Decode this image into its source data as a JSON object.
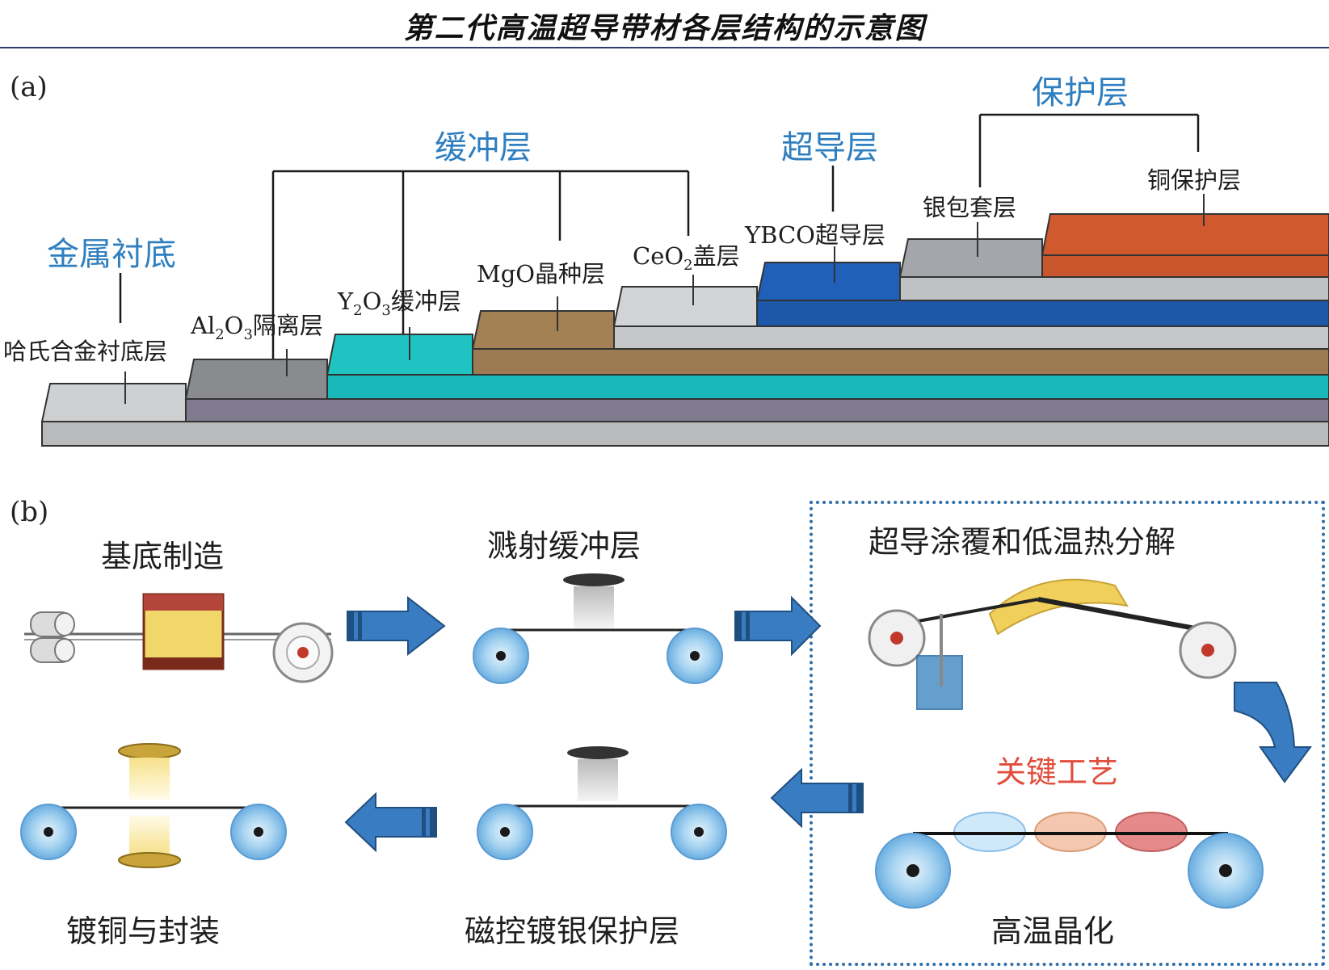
{
  "title": "第二代高温超导带材各层结构的示意图",
  "panel_a": {
    "label": "(a)",
    "groups": {
      "metal_substrate": "金属衬底",
      "buffer": "缓冲层",
      "superconducting": "超导层",
      "protective": "保护层"
    },
    "layers": {
      "hastelloy": "哈氏合金衬底层",
      "al2o3_pre": "Al",
      "al2o3_sub1": "2",
      "al2o3_mid": "O",
      "al2o3_sub2": "3",
      "al2o3_post": "隔离层",
      "y2o3_pre": "Y",
      "y2o3_sub1": "2",
      "y2o3_mid": "O",
      "y2o3_sub2": "3",
      "y2o3_post": "缓冲层",
      "mgo": "MgO晶种层",
      "ceo2_pre": "CeO",
      "ceo2_sub": "2",
      "ceo2_post": "盖层",
      "ybco": "YBCO超导层",
      "silver": "银包套层",
      "copper": "铜保护层"
    },
    "colors": {
      "hastelloy": "#c9cacb",
      "al2o3": "#807a8f",
      "y2o3": "#1ab8b8",
      "mgo": "#9c7b53",
      "ceo2": "#c4c6c8",
      "ybco": "#1e57a8",
      "silver": "#a3a6aa",
      "copper": "#c9562c",
      "group_label": "#2f7fc0"
    }
  },
  "panel_b": {
    "label": "(b)",
    "steps": {
      "substrate": "基底制造",
      "sputter": "溅射缓冲层",
      "coating": "超导涂覆和低温热分解",
      "crystallize": "高温晶化",
      "silver": "磁控镀银保护层",
      "copper": "镀铜与封装"
    },
    "key_process": "关键工艺",
    "colors": {
      "arrow": "#3a7cc1",
      "roller": "#8cc4ea",
      "key": "#e04e3c",
      "dashed_box": "#2f6fa8"
    }
  }
}
